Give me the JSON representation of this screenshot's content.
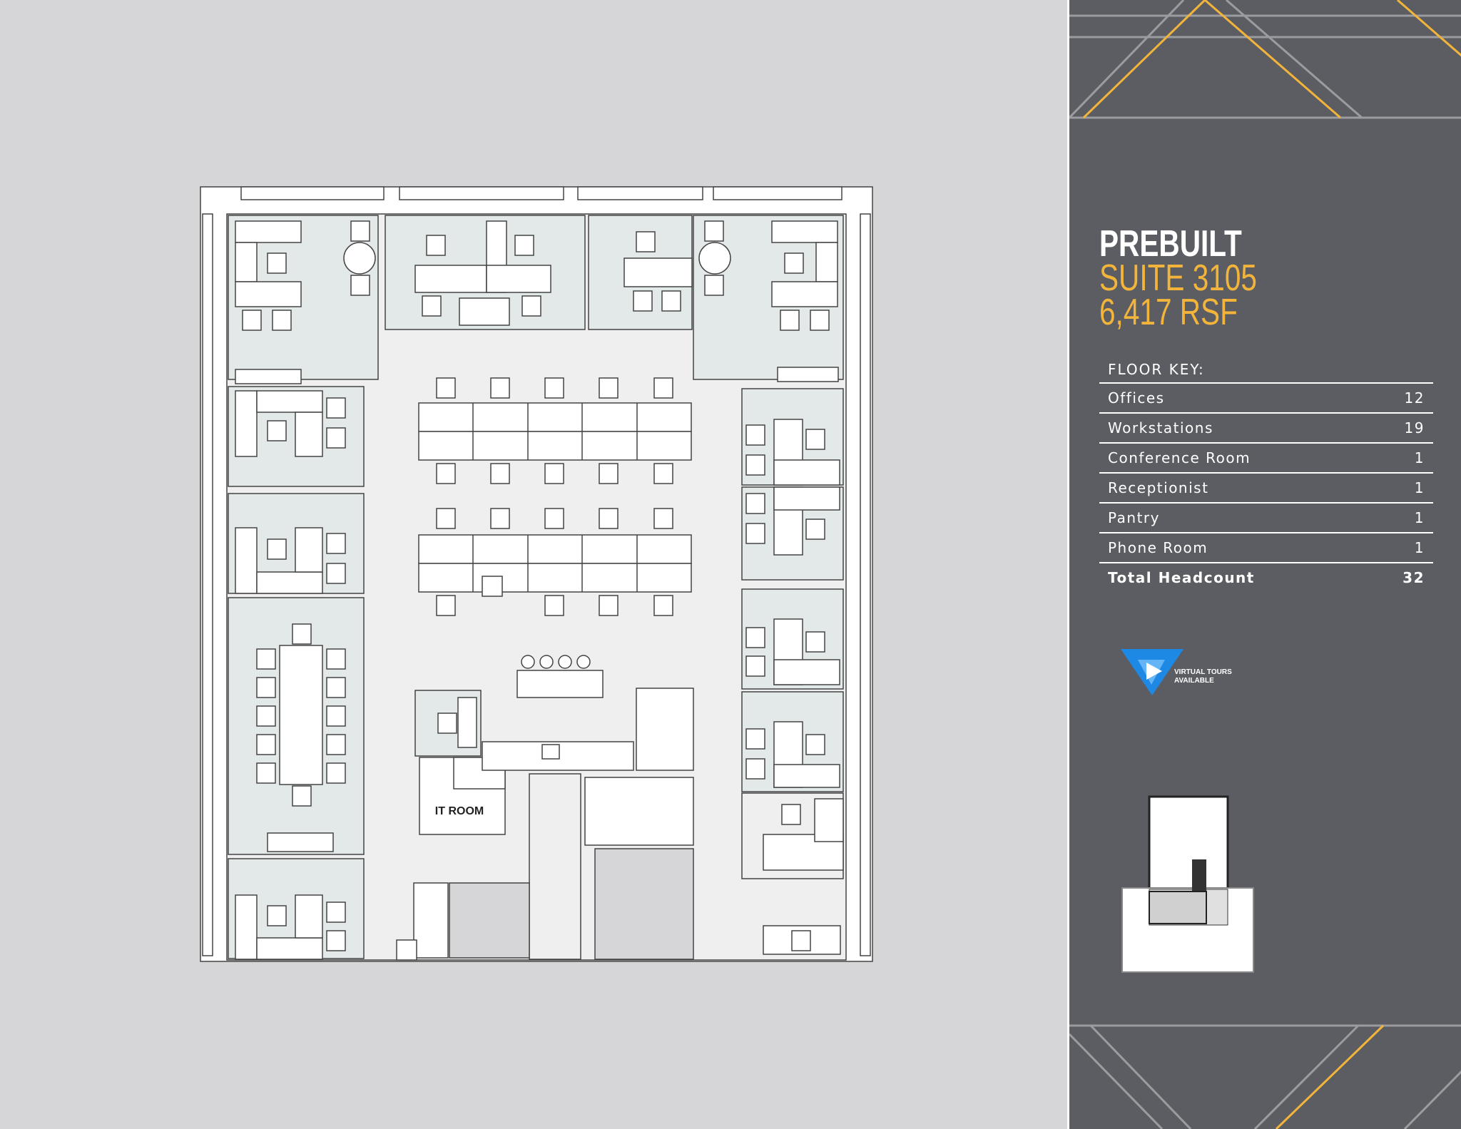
{
  "sidebar": {
    "title": "PREBUILT",
    "suite": "SUITE 3105",
    "area": "6,417 RSF",
    "floor_key_heading": "FLOOR KEY:",
    "floor_key": [
      {
        "label": "Offices",
        "value": "12"
      },
      {
        "label": "Workstations",
        "value": "19"
      },
      {
        "label": "Conference Room",
        "value": "1"
      },
      {
        "label": "Receptionist",
        "value": "1"
      },
      {
        "label": "Pantry",
        "value": "1"
      },
      {
        "label": "Phone Room",
        "value": "1"
      }
    ],
    "total": {
      "label": "Total Headcount",
      "value": "32"
    },
    "virtual_tours": {
      "line1": "VIRTUAL TOURS",
      "line2": "AVAILABLE"
    }
  },
  "plan": {
    "it_room_label": "IT ROOM"
  },
  "colors": {
    "background": "#d6d6d9",
    "sidebar": "#5b5d62",
    "accent": "#f2b43a",
    "room_fill": "#e3e8e9",
    "logo_blue": "#1e88e5"
  }
}
